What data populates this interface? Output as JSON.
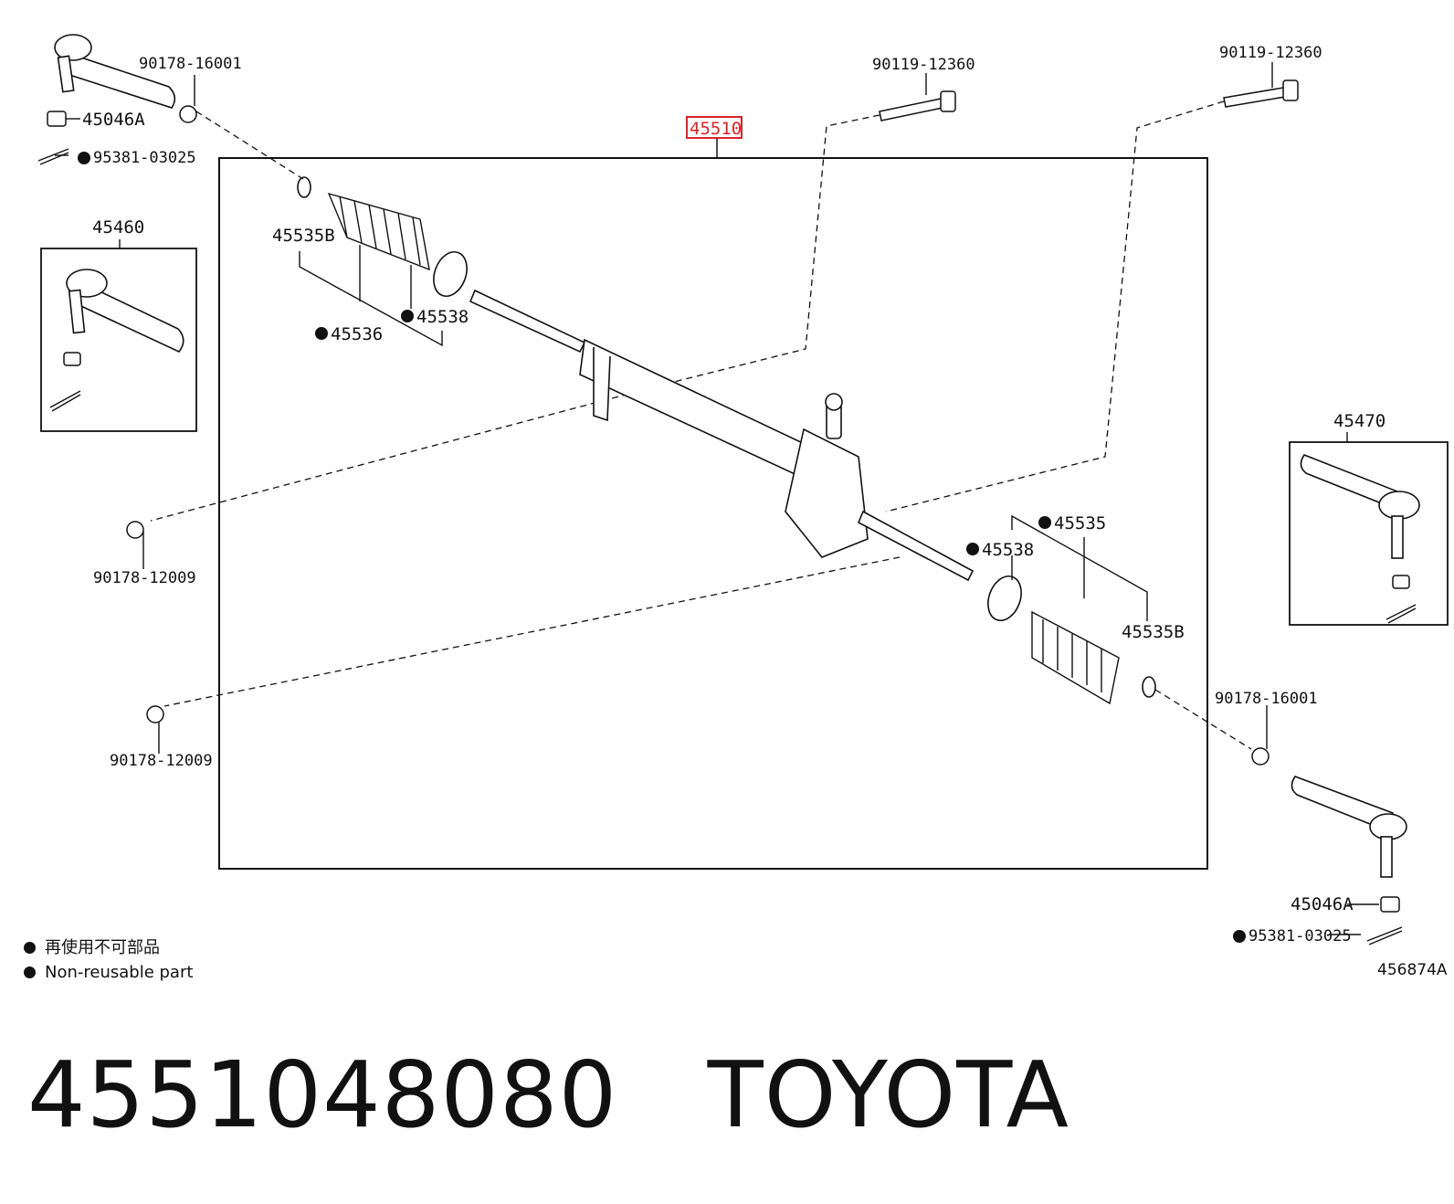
{
  "legend": [
    {
      "text": "再使用不可部品"
    },
    {
      "text": "Non-reusable part"
    }
  ],
  "figure_number": "456874A",
  "caption": {
    "part_number": "4551048080",
    "brand": "TOYOTA"
  },
  "callouts": {
    "main_assembly": "45510",
    "left_box": "45460",
    "right_box": "45470",
    "bolt_left": "90119-12360",
    "bolt_right": "90119-12360",
    "nut_top_left": "90178-16001",
    "nut_bottom_right": "90178-16001",
    "castle_nut_left": "45046A",
    "castle_nut_right": "45046A",
    "cotter_pin_left": "95381-03025",
    "cotter_pin_right": "95381-03025",
    "clip_left": "45535B",
    "clip_right": "45535B",
    "boot_left": "45536",
    "boot_right": "45535",
    "clamp_left": "45538",
    "clamp_right": "45538",
    "mount_nut_upper": "90178-12009",
    "mount_nut_lower": "90178-12009"
  },
  "colors": {
    "highlight": "#d9252a",
    "line": "#111111"
  }
}
